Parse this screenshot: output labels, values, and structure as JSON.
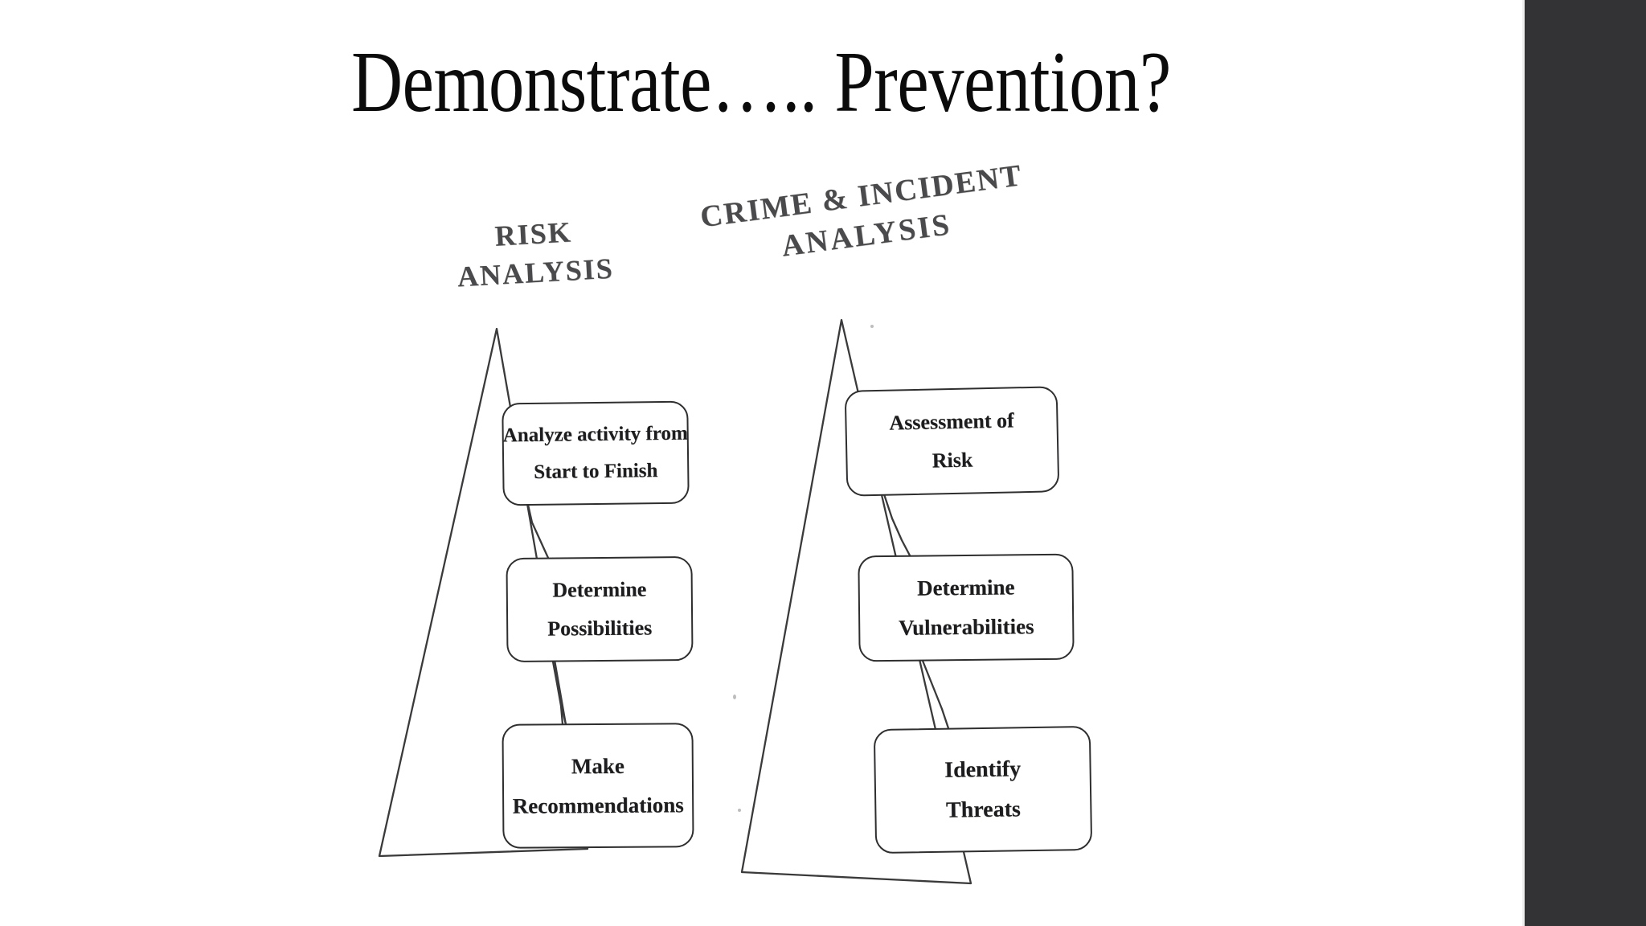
{
  "slide": {
    "title": "Demonstrate….. Prevention?",
    "background_color": "#ffffff",
    "ink_color": "#2e2e30"
  },
  "right_panel": {
    "color": "#333335"
  },
  "diagram": {
    "type": "two-column-process-pyramids",
    "groups": [
      {
        "id": "risk-analysis",
        "heading_line1": "RISK",
        "heading_line2": "ANALYSIS",
        "steps": [
          {
            "line1": "Analyze  activity from",
            "line2": "Start to Finish"
          },
          {
            "line1": "Determine",
            "line2": "Possibilities"
          },
          {
            "line1": "Make",
            "line2": "Recommendations"
          }
        ]
      },
      {
        "id": "crime-incident-analysis",
        "heading_line1": "CRIME & INCIDENT",
        "heading_line2": "ANALYSIS",
        "steps": [
          {
            "line1": "Assessment of",
            "line2": "Risk"
          },
          {
            "line1": "Determine",
            "line2": "Vulnerabilities"
          },
          {
            "line1": "Identify",
            "line2": "Threats"
          }
        ]
      }
    ]
  }
}
